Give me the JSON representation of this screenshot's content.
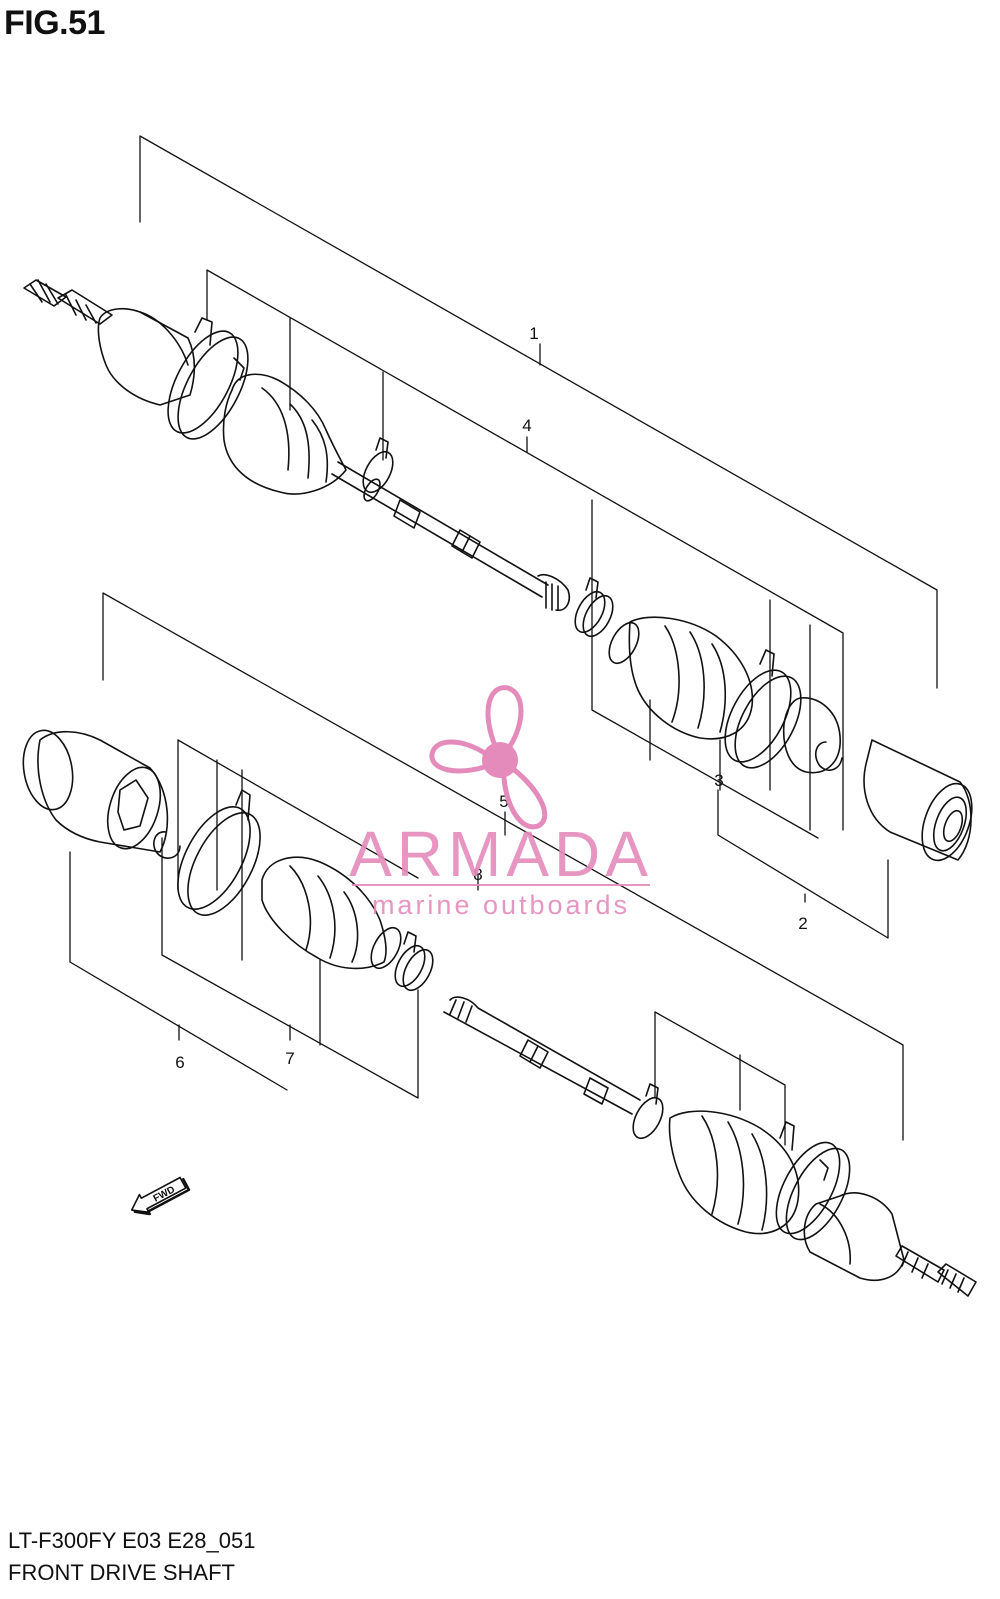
{
  "figure": {
    "title": "FIG.51",
    "code": "LT-F300FY E03 E28_051",
    "name": "FRONT DRIVE SHAFT"
  },
  "callouts": [
    "1",
    "2",
    "3",
    "4",
    "5",
    "6",
    "7",
    "8"
  ],
  "direction_marker": {
    "label": "FWD",
    "icon": "arrow-icon"
  },
  "watermark": {
    "brand": "ARMADA",
    "tagline": "marine outboards",
    "color": "#e48bbb",
    "icon": "propeller-icon"
  },
  "colors": {
    "line": "#111111",
    "paper": "#ffffff"
  }
}
